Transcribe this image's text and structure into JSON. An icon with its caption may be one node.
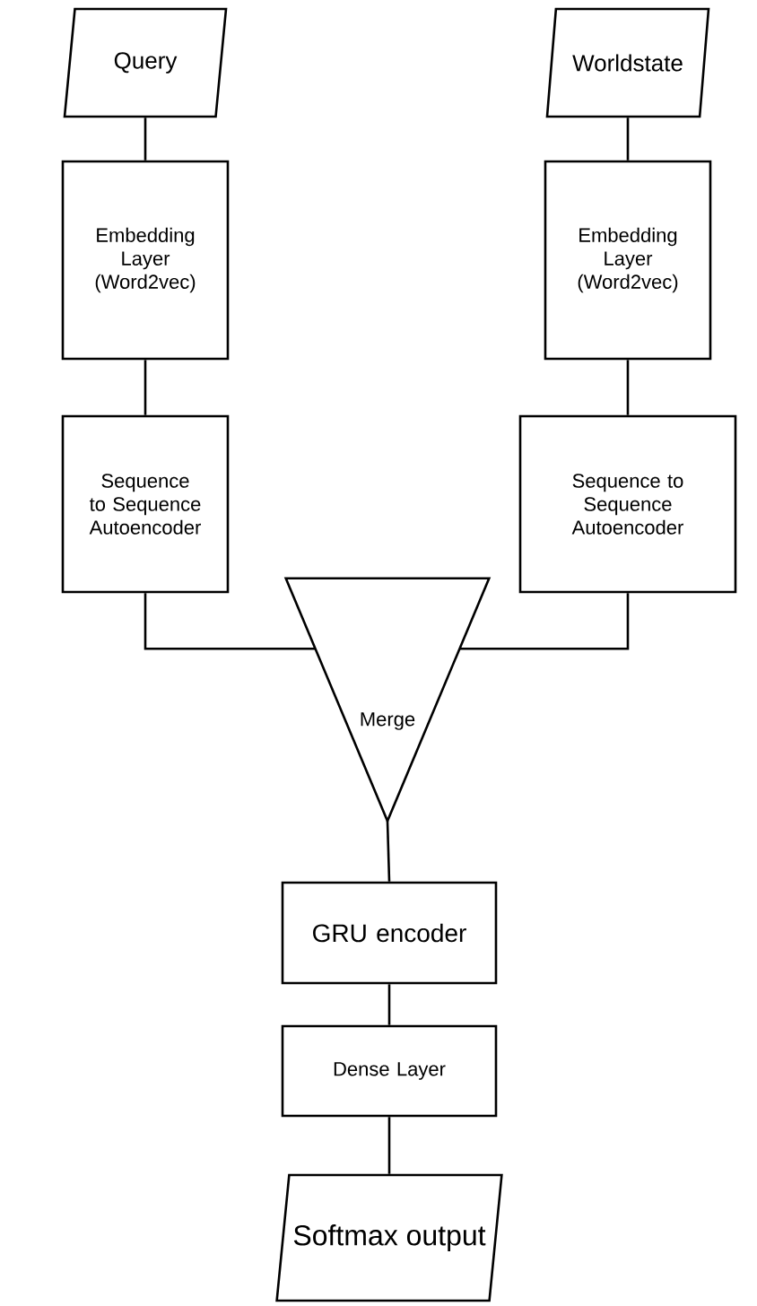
{
  "diagram": {
    "nodes": [
      {
        "text": [
          "Query"
        ]
      },
      {
        "text": [
          "Worldstate"
        ]
      },
      {
        "text": [
          "Embedding Layer (Word2vec)"
        ]
      },
      {
        "text": [
          "Embedding Layer (Word2vec)"
        ]
      },
      {
        "text": [
          "Sequence to Sequence Autoencoder"
        ]
      },
      {
        "text": [
          "Sequence to Sequence Autoencoder"
        ]
      },
      {
        "text": [
          "Merge"
        ]
      },
      {
        "text": [
          "GRU encoder"
        ]
      },
      {
        "text": [
          "Dense Layer"
        ]
      },
      {
        "text": [
          "Softmax output"
        ]
      }
    ],
    "edges": [
      {
        "from": 0,
        "to": 2,
        "arrow": "none"
      },
      {
        "from": 1,
        "to": 3,
        "arrow": "none"
      },
      {
        "from": 2,
        "to": 4,
        "arrow": "none"
      },
      {
        "from": 3,
        "to": 5,
        "arrow": "none"
      },
      {
        "from": 4,
        "to": 6,
        "arrow": "none"
      },
      {
        "from": 5,
        "to": 6,
        "arrow": "none"
      },
      {
        "from": 6,
        "to": 7,
        "arrow": "none"
      },
      {
        "from": 7,
        "to": 8,
        "arrow": "none"
      },
      {
        "from": 8,
        "to": 9,
        "arrow": "none"
      }
    ]
  }
}
